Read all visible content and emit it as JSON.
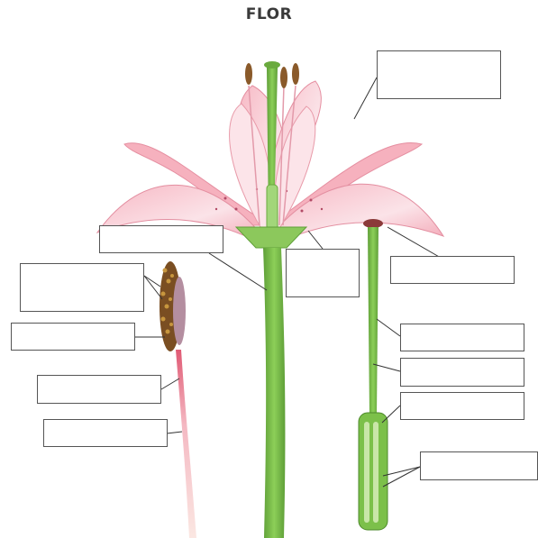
{
  "title": "FLOR",
  "label_boxes": [
    {
      "id": "petal",
      "text": ""
    },
    {
      "id": "receptacle",
      "text": ""
    },
    {
      "id": "sepal",
      "text": ""
    },
    {
      "id": "stigma",
      "text": ""
    },
    {
      "id": "anther-pollen",
      "text": ""
    },
    {
      "id": "anther",
      "text": ""
    },
    {
      "id": "style",
      "text": ""
    },
    {
      "id": "filament-upper",
      "text": ""
    },
    {
      "id": "filament-lower",
      "text": ""
    },
    {
      "id": "ovary",
      "text": ""
    },
    {
      "id": "ovules",
      "text": ""
    },
    {
      "id": "stem",
      "text": ""
    }
  ],
  "colors": {
    "petal": "#f2a0b0",
    "petal_light": "#fbe6ea",
    "stem": "#7cc04a",
    "stem_dark": "#5a9a32",
    "anther": "#8a5a2a",
    "pollen": "#b98a3a",
    "filament": "#f3c9c9",
    "line": "#333333"
  }
}
